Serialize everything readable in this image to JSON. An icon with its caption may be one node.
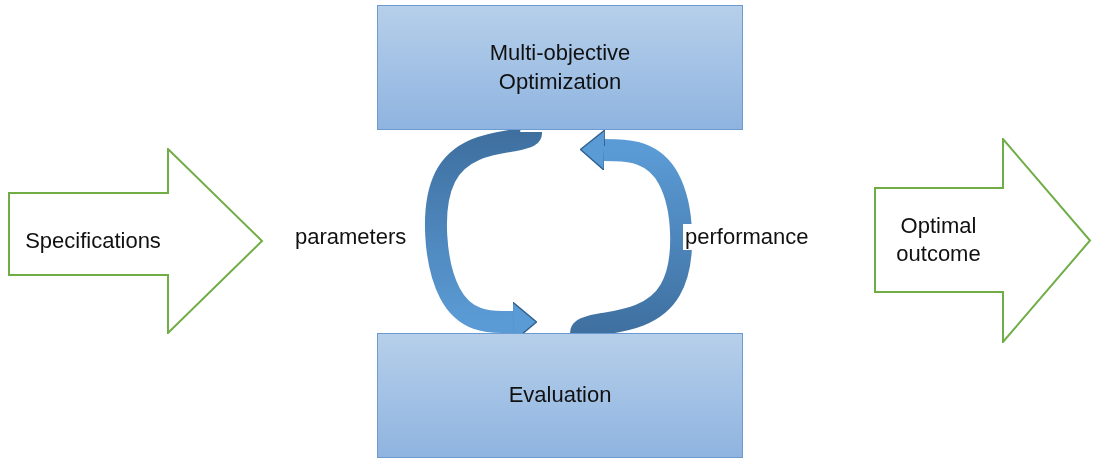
{
  "diagram": {
    "nodes": [
      {
        "text": [
          "Multi-objective Optimization"
        ]
      },
      {
        "text": [
          "Evaluation"
        ]
      },
      {
        "text": [
          "Specifications"
        ]
      },
      {
        "text": [
          "Optimal outcome"
        ]
      }
    ],
    "edges": [
      {
        "from": 0,
        "to": 1,
        "arrow": "to",
        "label": "parameters"
      },
      {
        "from": 1,
        "to": 0,
        "arrow": "to",
        "label": "performance"
      }
    ]
  }
}
